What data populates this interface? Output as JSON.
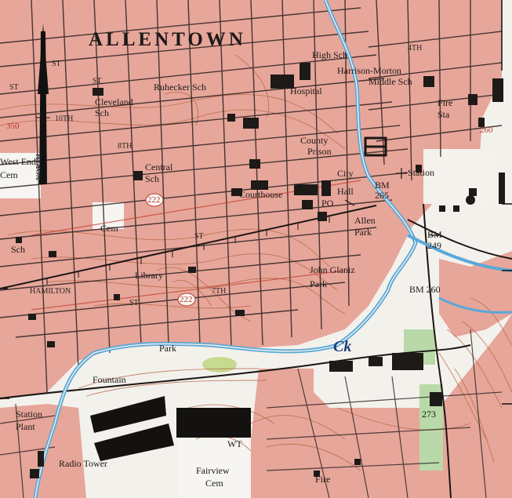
{
  "map": {
    "city_name": "ALLENTOWN",
    "north_label": "NORTH",
    "labels": {
      "high_sch": "High Sch",
      "harrison_morton": "Harrison-Morton",
      "middle_sch": "Middle Sch",
      "ruhecker": "Ruhecker Sch",
      "hospital": "Hospital",
      "cleveland": "Cleveland",
      "cleveland_sch": "Sch",
      "fire": "Fire",
      "fire_sta": "Sta",
      "county": "County",
      "prison": "Prison",
      "city_hall_1": "City",
      "city_hall_2": "Hall",
      "station": "Station",
      "bm_265": "BM",
      "bm_265_val": "265",
      "central": "Central",
      "central_sch": "Sch",
      "west_end_1": "West End",
      "west_end_2": "Cem",
      "courthouse": "Courthouse",
      "po": "PO",
      "allen_1": "Allen",
      "allen_2": "Park",
      "bm_249": "BM",
      "bm_249_val": "249",
      "cem": "Cem",
      "library": "Library",
      "john_gross_1": "John Glaniz",
      "john_gross_2": "Park",
      "bm_260": "BM 260",
      "hamilton": "HAMILTON",
      "elev_222": "222",
      "elev_350": "350",
      "elev_260": "260",
      "park": "Park",
      "creek": "Ck",
      "fountain": "Fountain",
      "station_plant_1": "Station",
      "station_plant_2": "Plant",
      "radio_tower": "Radio Tower",
      "fairview_1": "Fairview",
      "fairview_2": "Cem",
      "fire_sta_s": "Fire",
      "bm_273": "273",
      "sch_left": "Sch",
      "st": "ST",
      "st_10th": "10TH",
      "st_8th": "8TH",
      "st_7th": "7TH",
      "st_4th": "4TH",
      "wt": "WT"
    }
  },
  "colors": {
    "urban": "#e7a69a",
    "paper": "#f3f1ec",
    "water": "#5aa8d8",
    "road": "#1b1614",
    "contour": "#b5613c",
    "building": "#1d1a18",
    "green": "#b9d9a9",
    "grid_line": "#111111"
  }
}
